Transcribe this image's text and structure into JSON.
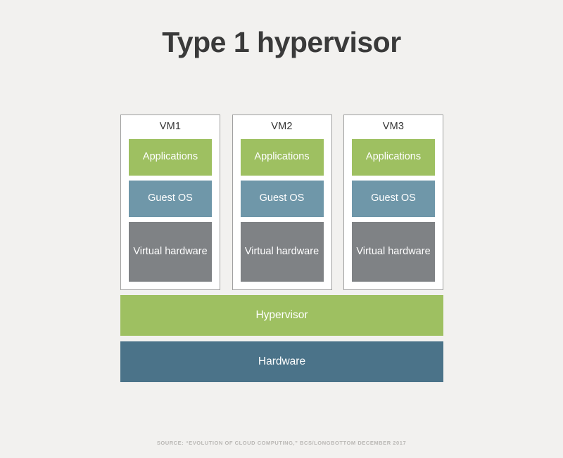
{
  "title": "Type 1 hypervisor",
  "colors": {
    "background": "#f2f1ef",
    "card_background": "#ffffff",
    "card_border": "#a0a0a0",
    "title_text": "#3a3a3a",
    "applications": "#9ec061",
    "guest_os": "#6f97a9",
    "virtual_hardware": "#7f8285",
    "hypervisor": "#9ec061",
    "hardware": "#4b7389",
    "block_text": "#ffffff",
    "vm_label_text": "#333333",
    "source_text": "#b9b7b4"
  },
  "vms": [
    {
      "label": "VM1",
      "layers": [
        {
          "name": "applications",
          "label": "Applications"
        },
        {
          "name": "guest-os",
          "label": "Guest OS"
        },
        {
          "name": "virtual-hardware",
          "label": "Virtual hardware"
        }
      ]
    },
    {
      "label": "VM2",
      "layers": [
        {
          "name": "applications",
          "label": "Applications"
        },
        {
          "name": "guest-os",
          "label": "Guest OS"
        },
        {
          "name": "virtual-hardware",
          "label": "Virtual hardware"
        }
      ]
    },
    {
      "label": "VM3",
      "layers": [
        {
          "name": "applications",
          "label": "Applications"
        },
        {
          "name": "guest-os",
          "label": "Guest OS"
        },
        {
          "name": "virtual-hardware",
          "label": "Virtual hardware"
        }
      ]
    }
  ],
  "bars": {
    "hypervisor": "Hypervisor",
    "hardware": "Hardware"
  },
  "source": "SOURCE: “EVOLUTION OF CLOUD COMPUTING,” BCS/LONGBOTTOM DECEMBER 2017"
}
